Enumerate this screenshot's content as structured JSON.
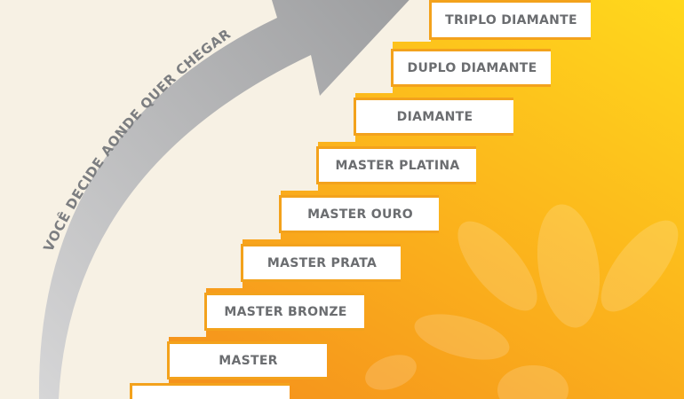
{
  "arrow_text": "VOCÊ DECIDE AONDE QUER CHEGAR",
  "levels": [
    "TRIPLO DIAMANTE",
    "DUPLO DIAMANTE",
    "DIAMANTE",
    "MASTER PLATINA",
    "MASTER OURO",
    "MASTER PRATA",
    "MASTER BRONZE",
    "MASTER",
    ""
  ],
  "colors": {
    "background": "#f7f1e4",
    "orange_light": "#ffd21c",
    "orange_dark": "#f59a1c",
    "step_border": "#f3a21c",
    "text_gray": "#6b6d70",
    "arrow_gray": "#a8a9ab"
  }
}
